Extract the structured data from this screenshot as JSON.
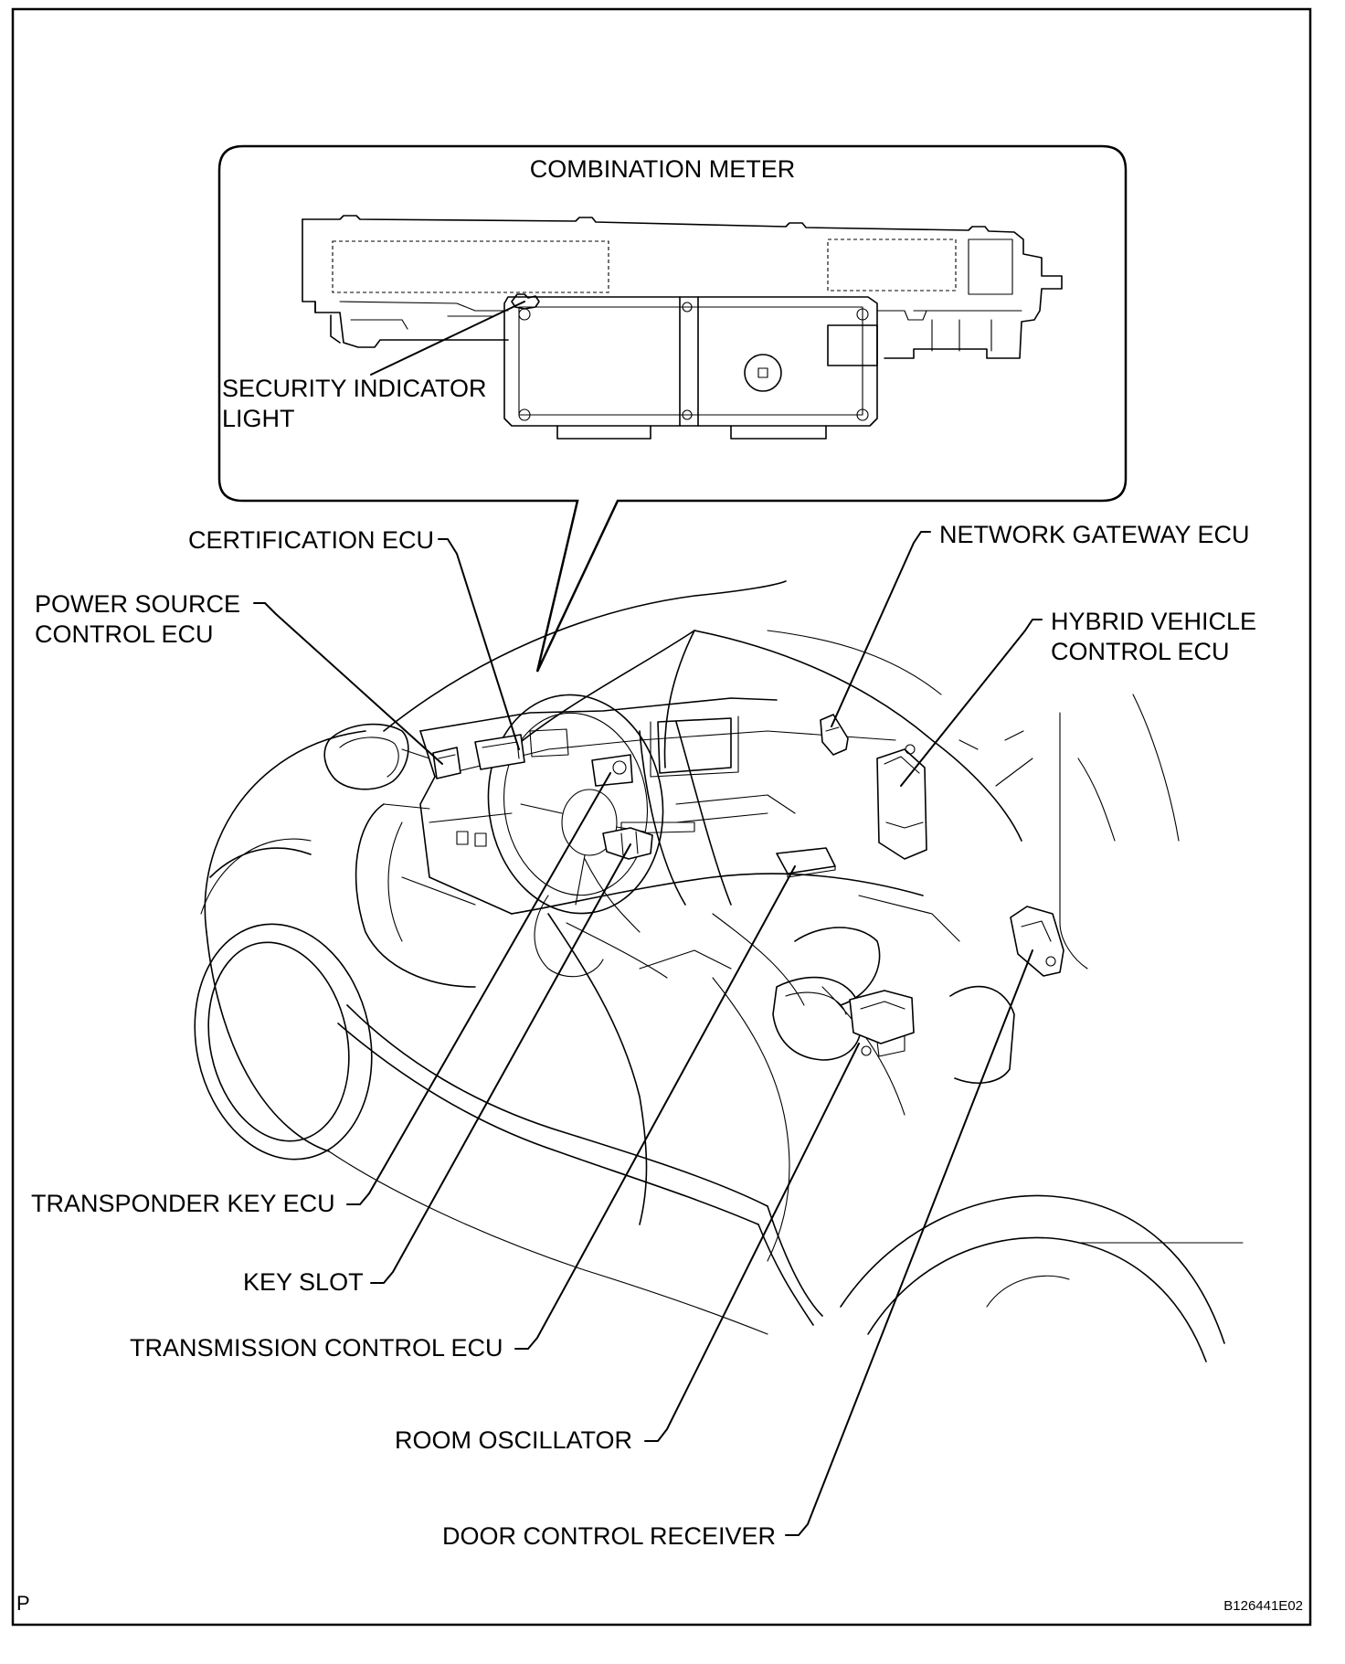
{
  "diagram": {
    "inset_title": "COMBINATION METER",
    "labels": {
      "security_indicator_line1": "SECURITY INDICATOR",
      "security_indicator_line2": "LIGHT",
      "certification_ecu": "CERTIFICATION ECU",
      "network_gateway_ecu": "NETWORK GATEWAY ECU",
      "power_source_line1": "POWER SOURCE",
      "power_source_line2": "CONTROL ECU",
      "hybrid_vehicle_line1": "HYBRID VEHICLE",
      "hybrid_vehicle_line2": "CONTROL ECU",
      "transponder_key_ecu": "TRANSPONDER KEY ECU",
      "key_slot": "KEY SLOT",
      "transmission_control_ecu": "TRANSMISSION CONTROL ECU",
      "room_oscillator": "ROOM OSCILLATOR",
      "door_control_receiver": "DOOR CONTROL RECEIVER"
    },
    "corner_code": "P",
    "figure_id": "B126441E02"
  }
}
